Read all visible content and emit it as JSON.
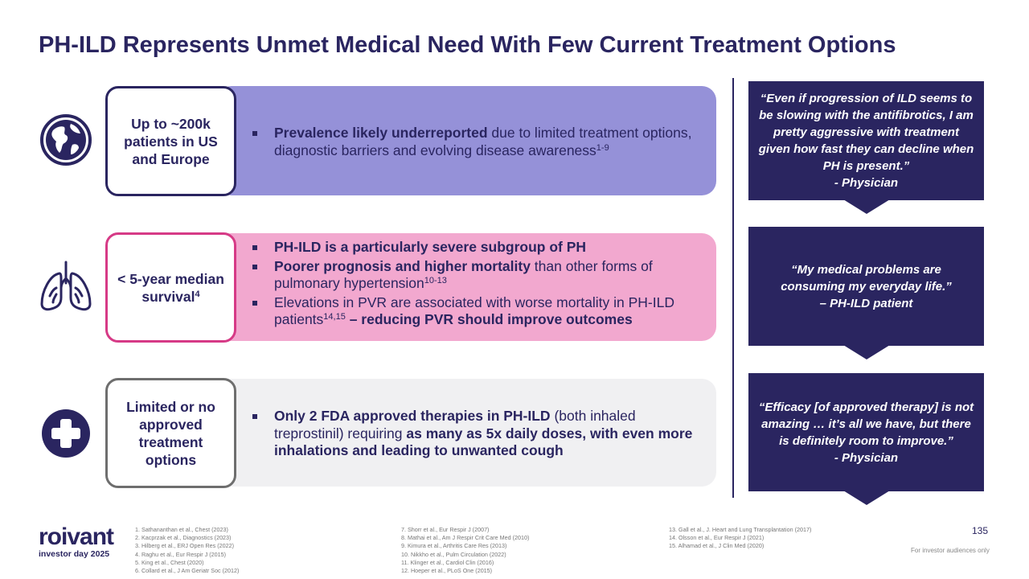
{
  "title": "PH-ILD Represents Unmet Medical Need With Few Current Treatment Options",
  "colors": {
    "navy": "#2a2560",
    "purple_band": "#9591d8",
    "pink_band": "#f2a8cf",
    "pink_border": "#d63a86",
    "grey_band": "#f0f0f2",
    "grey_border": "#6e6e6e"
  },
  "rows": [
    {
      "icon": "globe-icon",
      "stat": "Up to ~200k patients in US and Europe",
      "bullets": [
        {
          "bold": "Prevalence likely underreported",
          "text": " due to limited treatment options, diagnostic barriers and evolving disease awareness",
          "sup": "1-9"
        }
      ]
    },
    {
      "icon": "lungs-icon",
      "stat": "< 5-year median survival",
      "stat_sup": "4",
      "bullets": [
        {
          "bold": "PH-ILD is a particularly severe subgroup of PH"
        },
        {
          "bold": "Poorer prognosis and higher mortality",
          "text": " than other forms of pulmonary hypertension",
          "sup": "10-13"
        },
        {
          "text": "Elevations in PVR are associated with worse mortality in PH-ILD patients",
          "sup": "14,15",
          "bold_after": " – reducing PVR should improve outcomes"
        }
      ]
    },
    {
      "icon": "medical-cross-icon",
      "stat": "Limited or no approved treatment options",
      "bullets": [
        {
          "bold": "Only 2 FDA approved therapies in PH-ILD",
          "text": " (both inhaled treprostinil) requiring ",
          "bold_after": "as many as 5x daily doses, with even more inhalations and leading to unwanted cough"
        }
      ]
    }
  ],
  "quotes": [
    {
      "text": "“Even if progression of ILD seems to be slowing with the antifibrotics, I am pretty aggressive with treatment given how fast they can decline when PH is present.”",
      "attribution": "- Physician"
    },
    {
      "text": "“My medical problems are consuming my everyday life.”",
      "attribution": "– PH-ILD patient"
    },
    {
      "text": "“Efficacy [of approved therapy] is not amazing … it’s all we have, but there is definitely room to improve.”",
      "attribution": "- Physician"
    }
  ],
  "logo": {
    "word": "roivant",
    "sub": "investor day 2025"
  },
  "references": [
    [
      "1. Sathananthan et al., Chest (2023)",
      "2. Kacprzak et al., Diagnostics (2023)",
      "3. Hilberg et al., ERJ Open Res (2022)",
      "4. Raghu et al., Eur Respir J (2015)",
      "5. King et al., Chest (2020)",
      "6. Collard et al., J Am Geriatr Soc (2012)"
    ],
    [
      "7. Shorr et al., Eur Respir J (2007)",
      "8. Mathai et al., Am J Respir Crit Care Med (2010)",
      "9. Kimura et al., Arthritis Care Res (2013)",
      "10. Nikkho et al., Pulm Circulation (2022)",
      "11. Klinger et al., Cardiol Clin (2016)",
      "12. Hoeper et al., PLoS One (2015)"
    ],
    [
      "13. Gall et al., J. Heart and Lung Transplantation (2017)",
      "14. Olsson et al., Eur Respir J (2021)",
      "15. Alhamad et al., J Clin Med (2020)"
    ]
  ],
  "page_number": "135",
  "footnote": "For investor audiences only"
}
